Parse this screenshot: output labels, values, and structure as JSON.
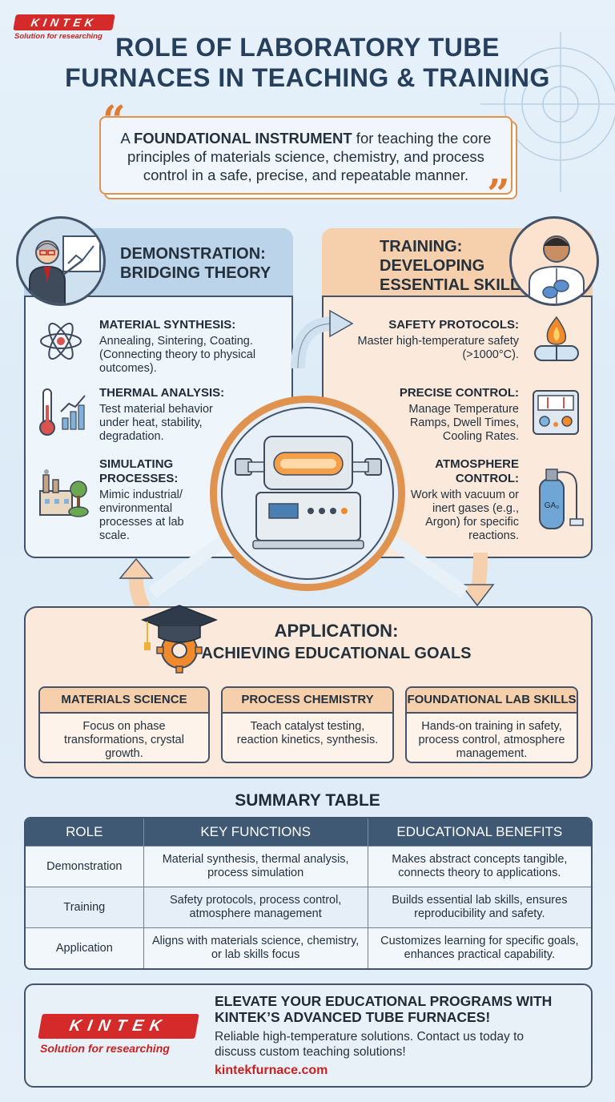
{
  "brand": {
    "name": "KINTEK",
    "tagline": "Solution for researching",
    "red": "#d42a2a",
    "navy": "#253f5c",
    "orange": "#e07b32"
  },
  "title": {
    "line1": "ROLE OF LABORATORY TUBE",
    "line2": "FURNACES IN TEACHING & TRAINING"
  },
  "quote": {
    "bold": "FOUNDATIONAL INSTRUMENT",
    "prefix": "A ",
    "rest": " for teaching the core principles of materials science, chemistry, and process control in a safe, precise, and repeatable manner.",
    "open_mark": "“",
    "close_mark": "”"
  },
  "demonstration": {
    "heading1": "DEMONSTRATION:",
    "heading2": "BRIDGING THEORY",
    "items": [
      {
        "title": "MATERIAL SYNTHESIS:",
        "text": "Annealing, Sintering, Coating. (Connecting theory to physical outcomes).",
        "icon": "atom-icon"
      },
      {
        "title": "THERMAL ANALYSIS:",
        "text": "Test material behavior under heat, stability, degradation.",
        "icon": "thermometer-chart-icon"
      },
      {
        "title": "SIMULATING PROCESSES:",
        "text": "Mimic industrial/ environmental processes at lab scale.",
        "icon": "factory-tree-icon"
      }
    ]
  },
  "training": {
    "heading1": "TRAINING:",
    "heading2": "DEVELOPING",
    "heading3": "ESSENTIAL SKILLS",
    "items": [
      {
        "title": "SAFETY PROTOCOLS:",
        "text": "Master high-temperature safety (>1000°C).",
        "icon": "flame-goggles-icon"
      },
      {
        "title": "PRECISE CONTROL:",
        "text": "Manage Temperature Ramps, Dwell Times, Cooling Rates.",
        "icon": "control-panel-icon"
      },
      {
        "title": "ATMOSPHERE CONTROL:",
        "text": "Work with vacuum or inert gases (e.g., Argon) for specific reactions.",
        "icon": "gas-cylinder-icon"
      }
    ],
    "cylinder_label": "GA₀"
  },
  "application": {
    "heading1": "APPLICATION:",
    "heading2": "ACHIEVING EDUCATIONAL GOALS",
    "cards": [
      {
        "title": "MATERIALS SCIENCE",
        "text": "Focus on phase transformations, crystal growth."
      },
      {
        "title": "PROCESS CHEMISTRY",
        "text": "Teach catalyst testing, reaction kinetics, synthesis."
      },
      {
        "title": "FOUNDATIONAL LAB SKILLS",
        "text": "Hands-on training in safety, process control, atmosphere management."
      }
    ]
  },
  "summary": {
    "title": "SUMMARY TABLE",
    "headers": [
      "ROLE",
      "KEY FUNCTIONS",
      "EDUCATIONAL BENEFITS"
    ],
    "rows": [
      [
        "Demonstration",
        "Material synthesis, thermal analysis, process simulation",
        "Makes abstract concepts tangible, connects theory to applications."
      ],
      [
        "Training",
        "Safety protocols, process control, atmosphere management",
        "Builds essential lab skills, ensures reproducibility and safety."
      ],
      [
        "Application",
        "Aligns with materials science, chemistry, or lab skills focus",
        "Customizes learning for specific goals, enhances practical capability."
      ]
    ]
  },
  "cta": {
    "heading": "ELEVATE YOUR EDUCATIONAL PROGRAMS WITH KINTEK’S ADVANCED TUBE FURNACES!",
    "text": "Reliable high-temperature solutions. Contact us today to discuss custom teaching solutions!",
    "link": "kintekfurnace.com"
  }
}
